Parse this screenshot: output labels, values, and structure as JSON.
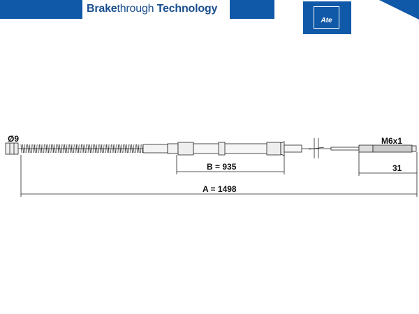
{
  "header": {
    "brand_bold_1": "Brake",
    "brand_regular": "through",
    "brand_bold_2": "Technology",
    "logo_text": "Ate",
    "brand_color": "#1059a8"
  },
  "diagram": {
    "diameter_label": "Ø9",
    "thread_label": "M6x1",
    "dim_b_label": "B = 935",
    "dim_a_label": "A = 1498",
    "dim_end_label": "31"
  }
}
